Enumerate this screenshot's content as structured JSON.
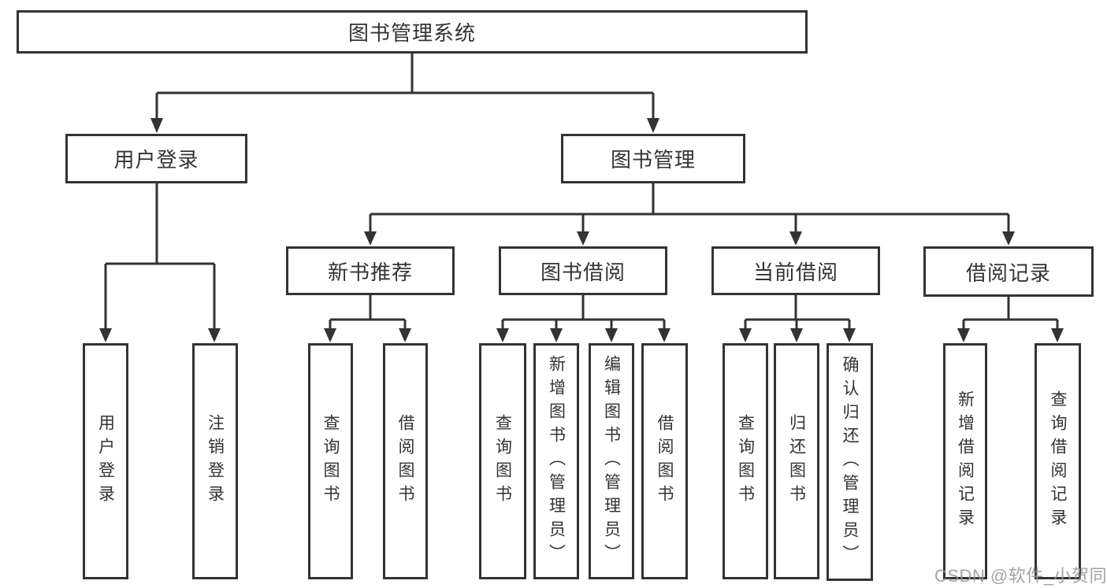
{
  "tree": {
    "root": {
      "label": "图书管理系统",
      "children": [
        {
          "label": "用户登录",
          "children": [
            {
              "label": "用户登录"
            },
            {
              "label": "注销登录"
            }
          ]
        },
        {
          "label": "图书管理",
          "children": [
            {
              "label": "新书推荐",
              "children": [
                {
                  "label": "查询图书"
                },
                {
                  "label": "借阅图书"
                }
              ]
            },
            {
              "label": "图书借阅",
              "children": [
                {
                  "label": "查询图书"
                },
                {
                  "label": "新增图书（管理员）"
                },
                {
                  "label": "编辑图书（管理员）"
                },
                {
                  "label": "借阅图书"
                }
              ]
            },
            {
              "label": "当前借阅",
              "children": [
                {
                  "label": "查询图书"
                },
                {
                  "label": "归还图书"
                },
                {
                  "label": "确认归还（管理员）"
                }
              ]
            },
            {
              "label": "借阅记录",
              "children": [
                {
                  "label": "新增借阅记录"
                },
                {
                  "label": "查询借阅记录"
                }
              ]
            }
          ]
        }
      ]
    }
  },
  "watermark": {
    "text": "CSDN @软件_小贺同学"
  },
  "colors": {
    "line": "#333333",
    "text": "#333333",
    "box_background": "#ffffff",
    "page_background": "#ffffff",
    "watermark": "#969696"
  }
}
